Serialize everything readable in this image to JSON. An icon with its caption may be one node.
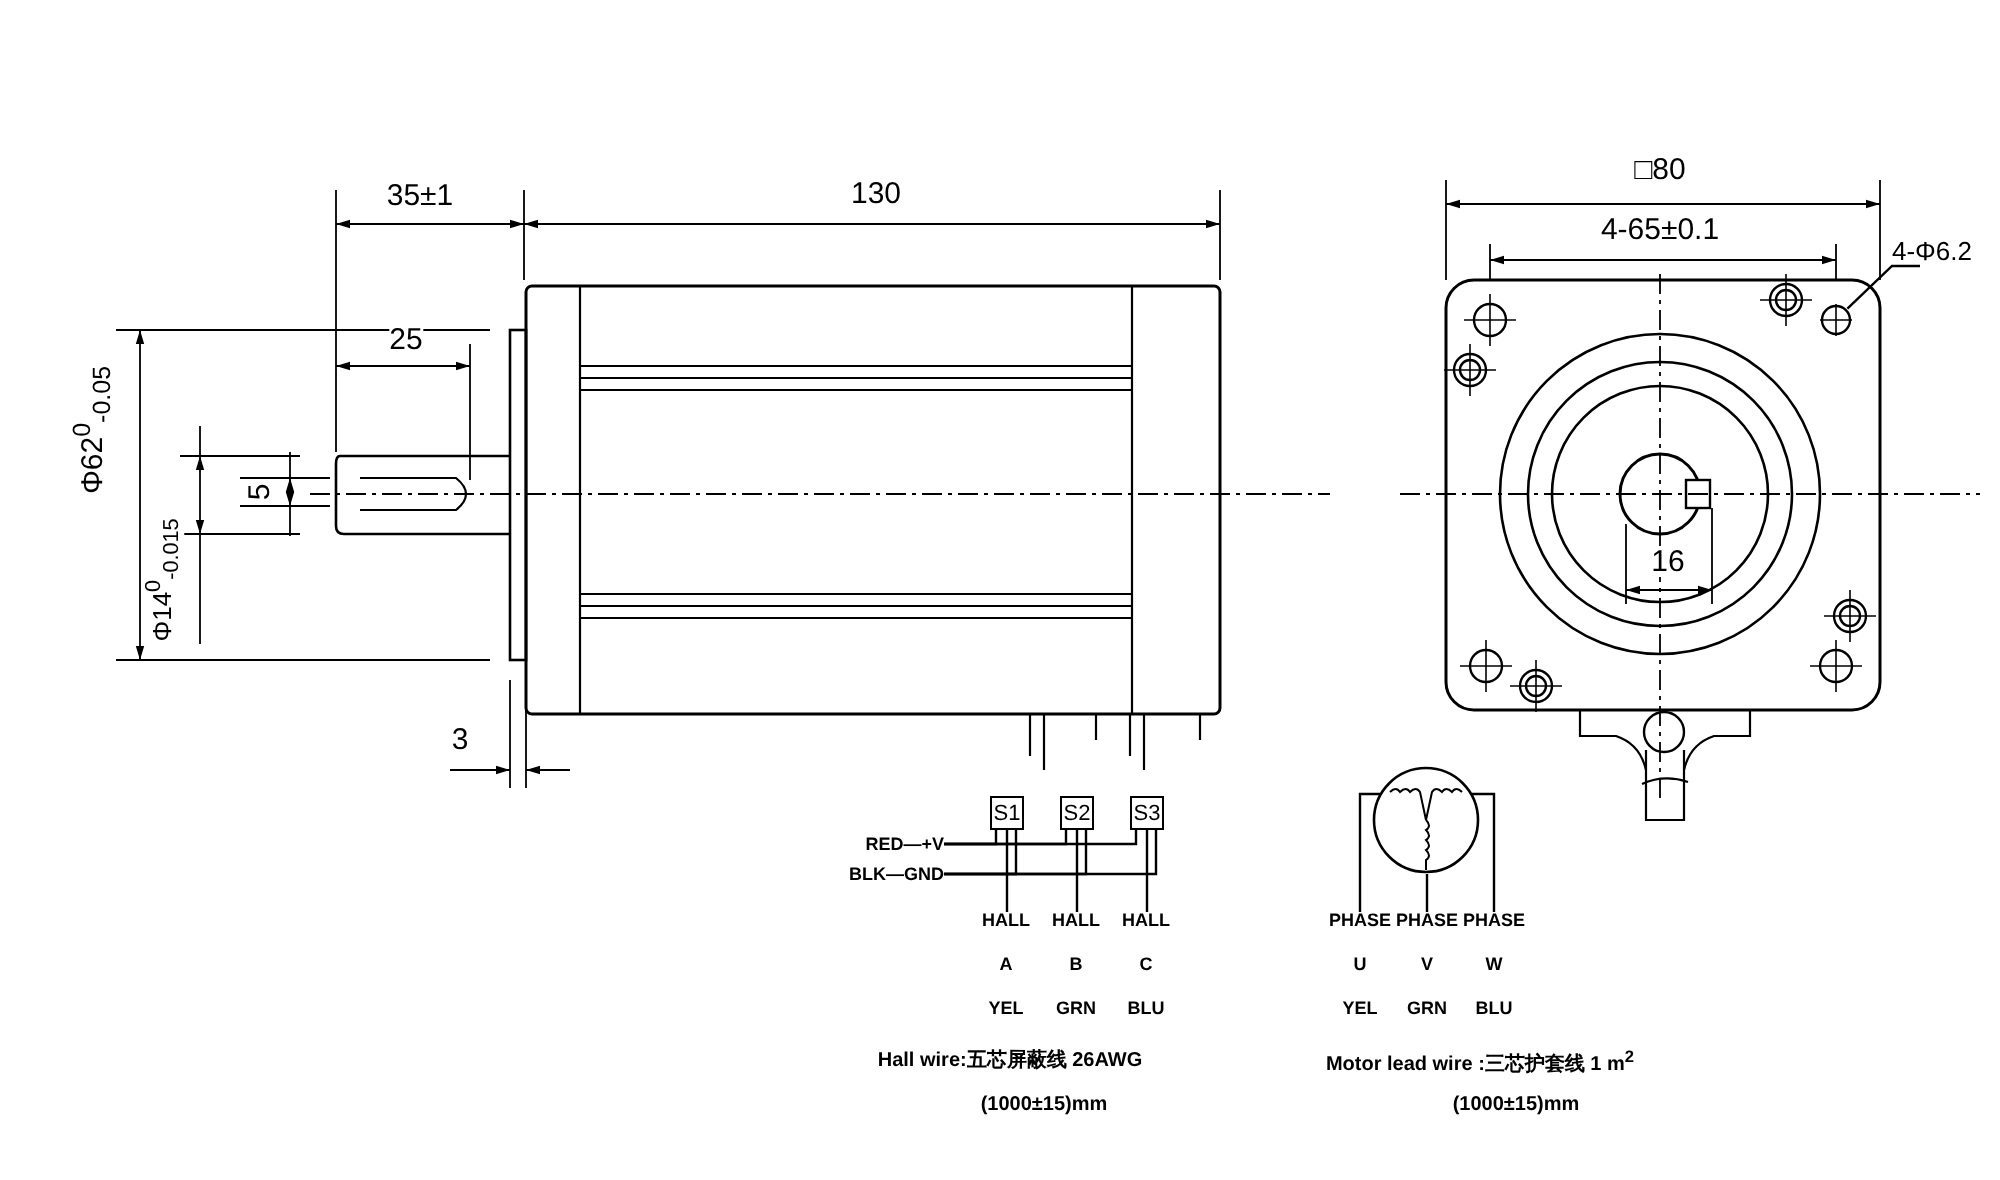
{
  "diagram": {
    "nodes": [
      {
        "text": [
          "S1"
        ]
      },
      {
        "text": [
          "S2"
        ]
      },
      {
        "text": [
          "S3"
        ]
      },
      {
        "text": [
          "RED—+V"
        ]
      },
      {
        "text": [
          "BLK—GND"
        ]
      },
      {
        "text": [
          "HALL",
          "A",
          "YEL"
        ]
      },
      {
        "text": [
          "HALL",
          "B",
          "GRN"
        ]
      },
      {
        "text": [
          "HALL",
          "C",
          "BLU"
        ]
      },
      {
        "text": [],
        "shape": "circle"
      },
      {
        "text": [
          "PHASE",
          "U",
          "YEL"
        ]
      },
      {
        "text": [
          "PHASE",
          "V",
          "GRN"
        ]
      },
      {
        "text": [
          "PHASE",
          "W",
          "BLU"
        ]
      },
      {
        "text": [
          "4-Φ6.2"
        ]
      },
      {
        "text": [],
        "shape": "circle"
      }
    ],
    "edges": [
      {
        "from": 3,
        "to": 0,
        "arrow": "none"
      },
      {
        "from": 3,
        "to": 1,
        "arrow": "none"
      },
      {
        "from": 3,
        "to": 2,
        "arrow": "none"
      },
      {
        "from": 4,
        "to": 0,
        "arrow": "none"
      },
      {
        "from": 4,
        "to": 1,
        "arrow": "none"
      },
      {
        "from": 4,
        "to": 2,
        "arrow": "none"
      },
      {
        "from": 0,
        "to": 5,
        "arrow": "none"
      },
      {
        "from": 1,
        "to": 6,
        "arrow": "none"
      },
      {
        "from": 2,
        "to": 7,
        "arrow": "none"
      },
      {
        "from": 8,
        "to": 9,
        "arrow": "none"
      },
      {
        "from": 8,
        "to": 10,
        "arrow": "none"
      },
      {
        "from": 8,
        "to": 11,
        "arrow": "none"
      },
      {
        "from": 12,
        "to": 13,
        "arrow": "none"
      }
    ],
    "labels": [
      "35±1",
      "130",
      "25",
      "5",
      "Φ62$^{0}$$_{-0.05}$",
      "Φ14$^{0}$$_{-0.015}$",
      "3",
      "□80",
      "4-65±0.1",
      "16",
      "Hall wire:五芯屏蔽线 26AWG",
      "(1000±15)mm",
      "Motor lead wire :三芯护套线 1 m$^{2}$",
      "(1000±15)mm"
    ]
  }
}
